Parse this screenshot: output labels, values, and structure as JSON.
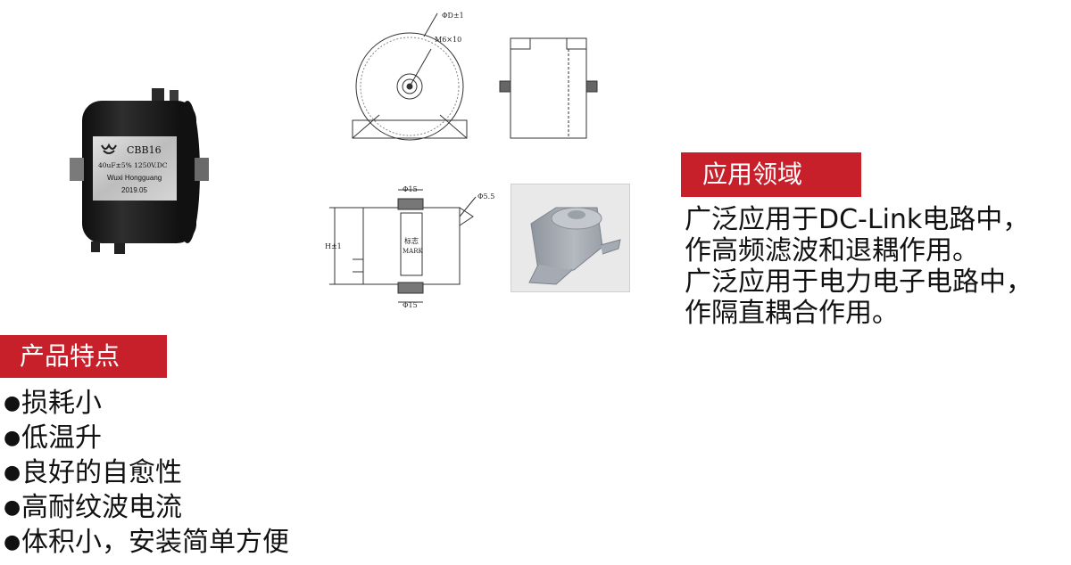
{
  "product_label": {
    "model": "CBB16",
    "rating": "40uF±5%  1250V.DC",
    "maker": "Wuxi Hongguang",
    "date": "2019.05"
  },
  "drawing": {
    "diameter_label": "ΦD±1",
    "thread_label": "M6×10",
    "top_terminal_label": "Φ15",
    "hole_label": "Φ5.5",
    "height_label": "H±1",
    "mark_cn": "标志",
    "mark_en": "MARK",
    "bottom_terminal_label": "Φ15"
  },
  "applications": {
    "header": "应用领域",
    "lines": [
      "广泛应用于DC-Link电路中，",
      "作高频滤波和退耦作用。",
      "广泛应用于电力电子电路中，",
      "作隔直耦合作用。"
    ]
  },
  "features": {
    "header": "产品特点",
    "bullet": "●",
    "items": [
      "损耗小",
      "低温升",
      "良好的自愈性",
      "高耐纹波电流",
      "体积小，安装简单方便"
    ]
  },
  "colors": {
    "accent_red": "#c8202a",
    "capacitor_body": "#1c1c1c",
    "label_silver": "#c9c9c9"
  }
}
